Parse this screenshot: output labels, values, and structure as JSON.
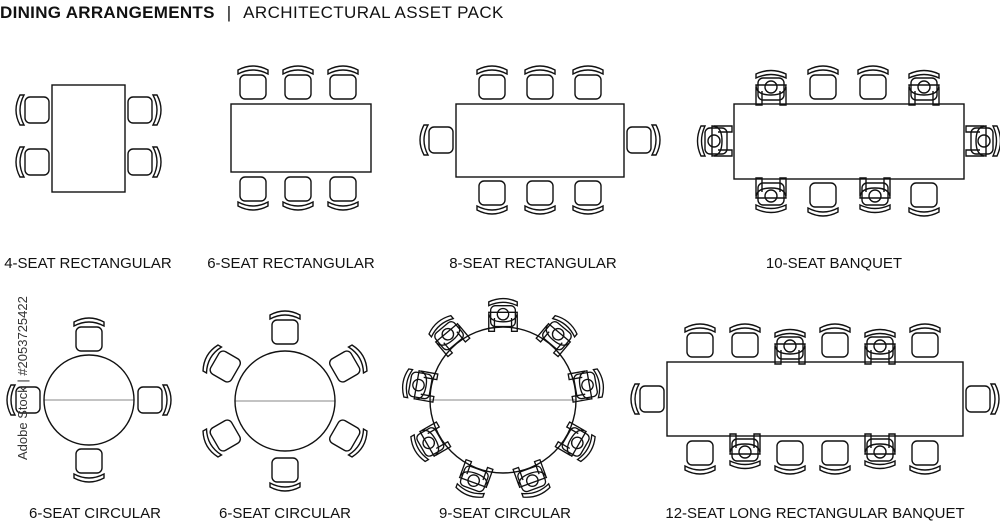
{
  "header": {
    "title": "DINING ARRANGEMENTS",
    "separator": "|",
    "subtitle": "ARCHITECTURAL ASSET PACK"
  },
  "layouts": [
    {
      "id": "layout-4-seat-rectangular",
      "label": "4-SEAT RECTANGULAR"
    },
    {
      "id": "layout-6-seat-rectangular",
      "label": "6-SEAT RECTANGULAR"
    },
    {
      "id": "layout-8-seat-rectangular",
      "label": "8-SEAT RECTANGULAR"
    },
    {
      "id": "layout-10-seat-banquet",
      "label": "10-SEAT BANQUET"
    },
    {
      "id": "layout-6-seat-circular-a",
      "label": "6-SEAT CIRCULAR"
    },
    {
      "id": "layout-6-seat-circular-b",
      "label": "6-SEAT CIRCULAR"
    },
    {
      "id": "layout-9-seat-circular",
      "label": "9-SEAT CIRCULAR"
    },
    {
      "id": "layout-12-seat-long-banquet",
      "label": "12-SEAT LONG RECTANGULAR BANQUET"
    }
  ],
  "watermark": {
    "stock_id": "Adobe Stock | #2053725422"
  },
  "colors": {
    "line": "#111111",
    "background": "#ffffff"
  }
}
